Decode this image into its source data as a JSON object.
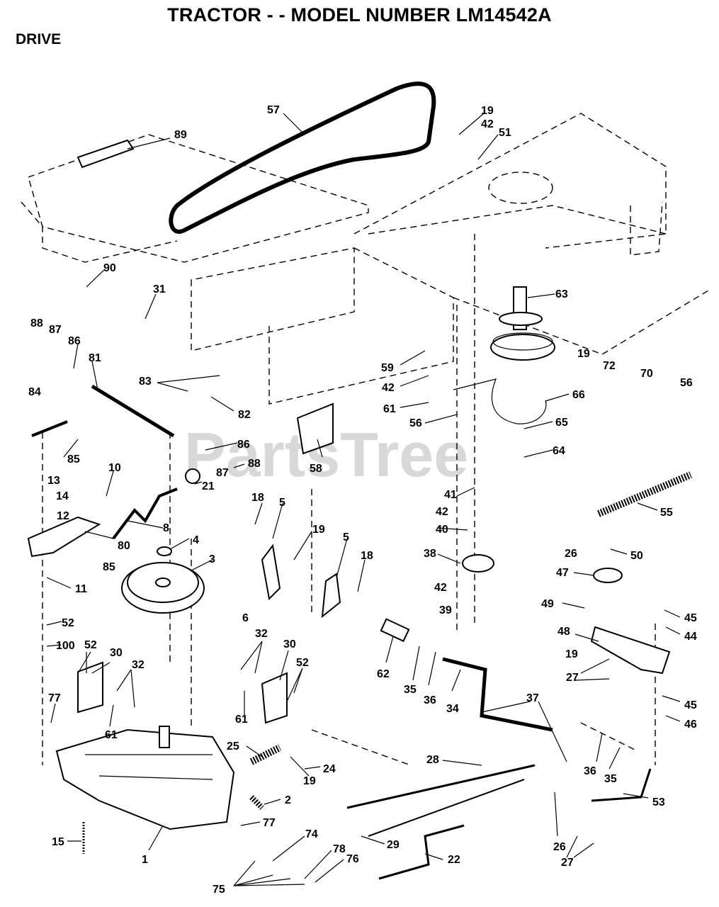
{
  "header": {
    "title": "TRACTOR - - MODEL NUMBER LM14542A",
    "section": "DRIVE"
  },
  "watermark": "PartsTree",
  "callouts": [
    "57",
    "89",
    "19",
    "42",
    "51",
    "90",
    "31",
    "63",
    "88",
    "87",
    "86",
    "81",
    "83",
    "82",
    "19",
    "72",
    "70",
    "56",
    "59",
    "42",
    "61",
    "66",
    "84",
    "85",
    "86",
    "56",
    "65",
    "13",
    "10",
    "88",
    "58",
    "87",
    "64",
    "14",
    "21",
    "12",
    "8",
    "41",
    "55",
    "42",
    "80",
    "18",
    "5",
    "19",
    "5",
    "40",
    "4",
    "18",
    "38",
    "3",
    "85",
    "26",
    "50",
    "47",
    "11",
    "6",
    "42",
    "39",
    "49",
    "45",
    "52",
    "44",
    "48",
    "100",
    "52",
    "30",
    "32",
    "30",
    "62",
    "19",
    "32",
    "52",
    "27",
    "35",
    "36",
    "37",
    "45",
    "34",
    "46",
    "77",
    "61",
    "61",
    "25",
    "24",
    "28",
    "19",
    "36",
    "35",
    "53",
    "2",
    "77",
    "15",
    "74",
    "29",
    "26",
    "1",
    "78",
    "76",
    "22",
    "27",
    "75"
  ]
}
